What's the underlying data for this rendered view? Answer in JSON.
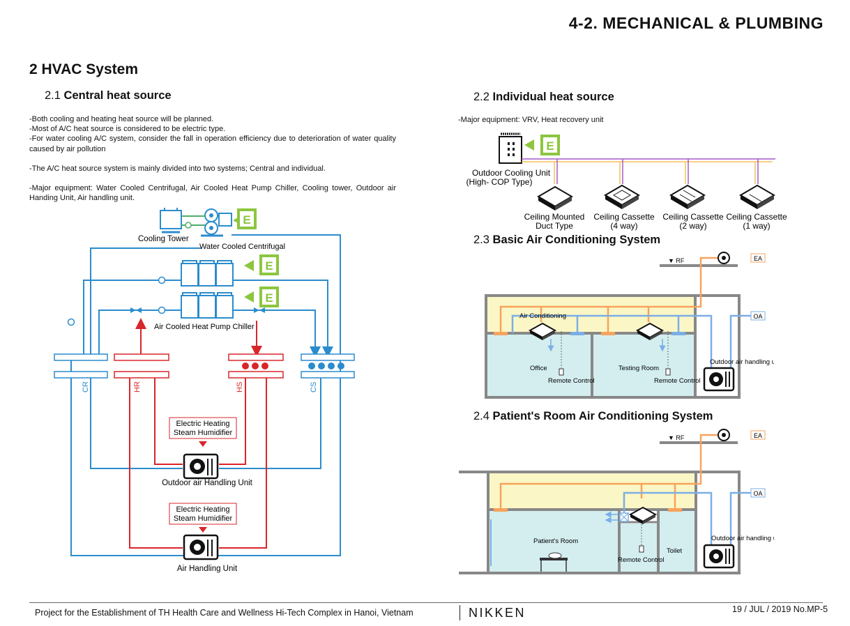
{
  "header": {
    "title": "4-2. MECHANICAL & PLUMBING"
  },
  "section": {
    "title": "2 HVAC System"
  },
  "s21": {
    "number": "2.1",
    "title": "Central heat source",
    "lines": [
      "-Both cooling and heating heat source will be planned.",
      "-Most of A/C heat source is considered to be electric type.",
      "-For water cooling A/C system, consider the fall in operation efficiency due to deterioration of water quality caused by air pollution",
      "-The A/C heat source system is mainly divided into two systems; Central and individual.",
      "-Major equipment: Water Cooled Centrifugal, Air Cooled Heat Pump Chiller, Cooling tower, Outdoor air Handing Unit, Air handling unit."
    ],
    "diagram": {
      "cooling_tower": "Cooling Tower",
      "water_cooled": "Water Cooled Centrifugal",
      "air_cooled": "Air Cooled Heat Pump Chiller",
      "e_badge": "E",
      "cr": "CR",
      "hr": "HR",
      "hs": "HS",
      "cs": "CS",
      "humidifier_line1": "Electric Heating",
      "humidifier_line2": "Steam Humidifier",
      "oahu": "Outdoor air Handling Unit",
      "ahu": "Air Handling Unit"
    }
  },
  "s22": {
    "number": "2.2",
    "title": "Individual heat source",
    "text": "-Major equipment: VRV, Heat recovery unit",
    "outdoor_line1": "Outdoor Cooling Unit",
    "outdoor_line2": "(High- COP Type)",
    "units": [
      {
        "line1": "Ceiling Mounted",
        "line2": "Duct Type"
      },
      {
        "line1": "Ceiling Cassette",
        "line2": "(4 way)"
      },
      {
        "line1": "Ceiling Cassette",
        "line2": "(2 way)"
      },
      {
        "line1": "Ceiling Cassette",
        "line2": "(1 way)"
      }
    ]
  },
  "s23": {
    "number": "2.3",
    "title": "Basic Air Conditioning System",
    "rf": "RF",
    "ea": "EA",
    "oa": "OA",
    "air_conditioning": "Air Conditioning",
    "office": "Office",
    "testing": "Testing Room",
    "remote1": "Remote Control",
    "remote2": "Remote Control",
    "oahu": "Outdoor air handling unit"
  },
  "s24": {
    "number": "2.4",
    "title": "Patient's Room Air Conditioning System",
    "rf": "RF",
    "ea": "EA",
    "oa": "OA",
    "patient": "Patient's Room",
    "remote": "Remote Control",
    "toilet": "Toilet",
    "oahu": "Outdoor air handling unit"
  },
  "footer": {
    "project": "Project for the Establishment of TH Health Care and Wellness Hi-Tech Complex in Hanoi, Vietnam",
    "brand": "NIKKEN",
    "date": "19 / JUL / 2019 No.MP-5"
  },
  "colors": {
    "blue": "#2b8ccd",
    "red": "#d8262a",
    "green": "#8cc63f",
    "orange": "#f7a35c",
    "purple": "#a35ac8",
    "yellow": "#f3d36b",
    "ceiling": "#fbf6c5",
    "room": "#d4eef0",
    "wall": "#888888"
  }
}
